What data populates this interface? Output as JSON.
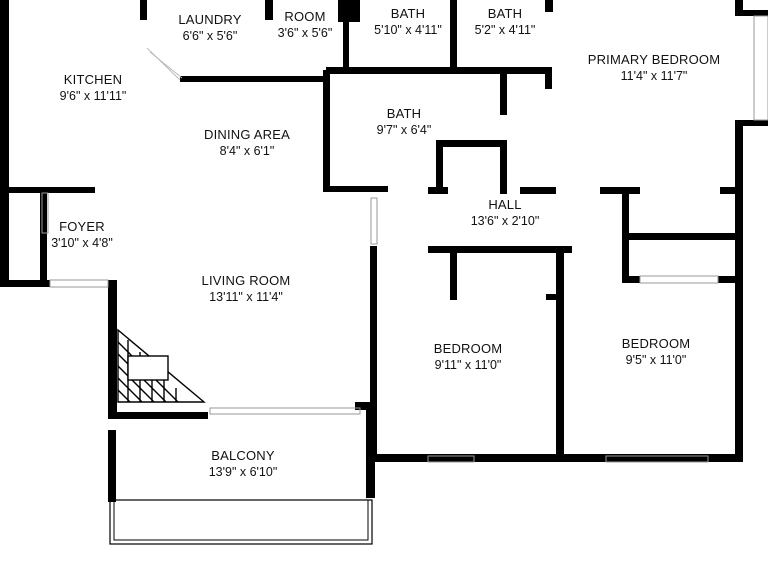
{
  "rooms": {
    "laundry": {
      "name": "LAUNDRY",
      "dims": "6'6\" x 5'6\""
    },
    "room": {
      "name": "ROOM",
      "dims": "3'6\" x 5'6\""
    },
    "bath_top_1": {
      "name": "BATH",
      "dims": "5'10\" x 4'11\""
    },
    "bath_top_2": {
      "name": "BATH",
      "dims": "5'2\" x 4'11\""
    },
    "primary_bedroom": {
      "name": "PRIMARY BEDROOM",
      "dims": "11'4\" x 11'7\""
    },
    "kitchen": {
      "name": "KITCHEN",
      "dims": "9'6\" x 11'11\""
    },
    "bath_mid": {
      "name": "BATH",
      "dims": "9'7\" x 6'4\""
    },
    "dining_area": {
      "name": "DINING AREA",
      "dims": "8'4\" x 6'1\""
    },
    "hall": {
      "name": "HALL",
      "dims": "13'6\" x 2'10\""
    },
    "foyer": {
      "name": "FOYER",
      "dims": "3'10\" x 4'8\""
    },
    "living_room": {
      "name": "LIVING ROOM",
      "dims": "13'11\" x 11'4\""
    },
    "bedroom_1": {
      "name": "BEDROOM",
      "dims": "9'11\" x 11'0\""
    },
    "bedroom_2": {
      "name": "BEDROOM",
      "dims": "9'5\" x 11'0\""
    },
    "balcony": {
      "name": "BALCONY",
      "dims": "13'9\" x 6'10\""
    }
  },
  "colors": {
    "wall": "#000000",
    "window": "#9a9a9a",
    "background": "#ffffff"
  }
}
